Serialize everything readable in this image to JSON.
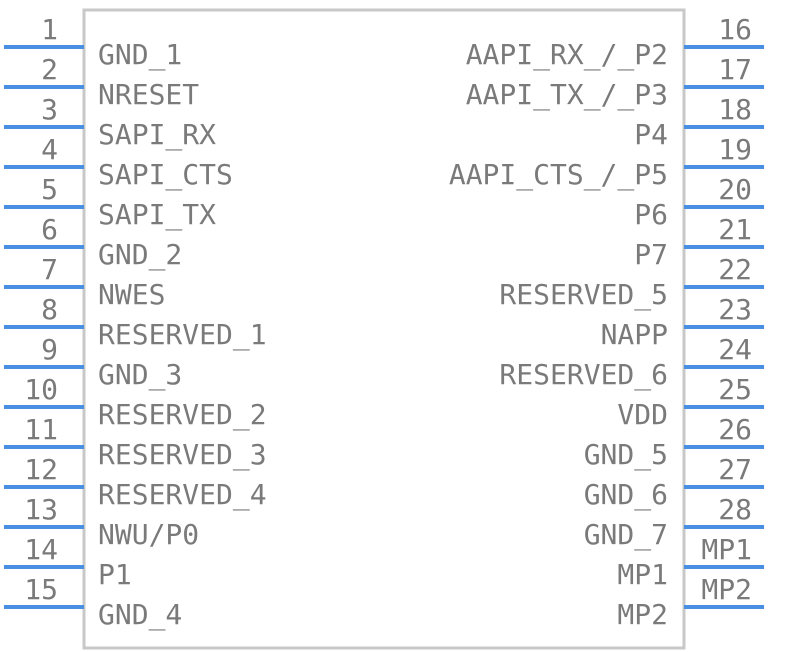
{
  "component": {
    "left_pins": [
      {
        "number": "1",
        "name": "GND_1"
      },
      {
        "number": "2",
        "name": "NRESET"
      },
      {
        "number": "3",
        "name": "SAPI_RX"
      },
      {
        "number": "4",
        "name": "SAPI_CTS"
      },
      {
        "number": "5",
        "name": "SAPI_TX"
      },
      {
        "number": "6",
        "name": "GND_2"
      },
      {
        "number": "7",
        "name": "NWES"
      },
      {
        "number": "8",
        "name": "RESERVED_1"
      },
      {
        "number": "9",
        "name": "GND_3"
      },
      {
        "number": "10",
        "name": "RESERVED_2"
      },
      {
        "number": "11",
        "name": "RESERVED_3"
      },
      {
        "number": "12",
        "name": "RESERVED_4"
      },
      {
        "number": "13",
        "name": "NWU/P0"
      },
      {
        "number": "14",
        "name": "P1"
      },
      {
        "number": "15",
        "name": "GND_4"
      }
    ],
    "right_pins": [
      {
        "number": "16",
        "name": "AAPI_RX_/_P2"
      },
      {
        "number": "17",
        "name": "AAPI_TX_/_P3"
      },
      {
        "number": "18",
        "name": "P4"
      },
      {
        "number": "19",
        "name": "AAPI_CTS_/_P5"
      },
      {
        "number": "20",
        "name": "P6"
      },
      {
        "number": "21",
        "name": "P7"
      },
      {
        "number": "22",
        "name": "RESERVED_5"
      },
      {
        "number": "23",
        "name": "NAPP"
      },
      {
        "number": "24",
        "name": "RESERVED_6"
      },
      {
        "number": "25",
        "name": "VDD"
      },
      {
        "number": "26",
        "name": "GND_5"
      },
      {
        "number": "27",
        "name": "GND_6"
      },
      {
        "number": "28",
        "name": "GND_7"
      },
      {
        "number": "MP1",
        "name": "MP1"
      },
      {
        "number": "MP2",
        "name": "MP2"
      }
    ],
    "colors": {
      "pin_line": "#4a90e2",
      "body_outline": "#c8c8c8",
      "text": "#7a7a7a"
    }
  }
}
